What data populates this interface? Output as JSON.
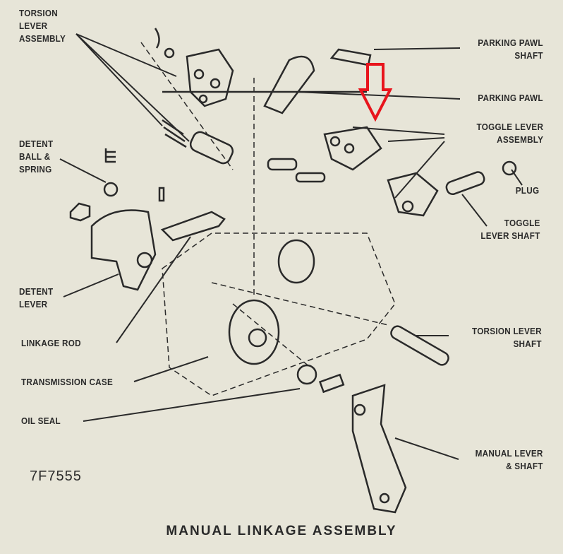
{
  "labels": {
    "torsion_lever_assembly": [
      "TORSION",
      "LEVER",
      "ASSEMBLY"
    ],
    "detent_ball_spring": [
      "DETENT",
      "BALL &",
      "SPRING"
    ],
    "detent_lever": [
      "DETENT",
      "LEVER"
    ],
    "linkage_rod": "LINKAGE ROD",
    "transmission_case": "TRANSMISSION CASE",
    "oil_seal": "OIL SEAL",
    "parking_pawl_shaft": [
      "PARKING PAWL",
      "SHAFT"
    ],
    "parking_pawl": "PARKING PAWL",
    "toggle_lever_assembly": [
      "TOGGLE LEVER",
      "ASSEMBLY"
    ],
    "plug": "PLUG",
    "toggle_lever_shaft": [
      "TOGGLE",
      "LEVER SHAFT"
    ],
    "torsion_lever_shaft": [
      "TORSION LEVER",
      "SHAFT"
    ],
    "manual_lever_shaft": [
      "MANUAL LEVER",
      "& SHAFT"
    ]
  },
  "figure_number": "7F7555",
  "caption": "MANUAL LINKAGE ASSEMBLY",
  "colors": {
    "background": "#e7e5d8",
    "ink": "#2a2a2a",
    "highlight_arrow": "#e8141c"
  }
}
